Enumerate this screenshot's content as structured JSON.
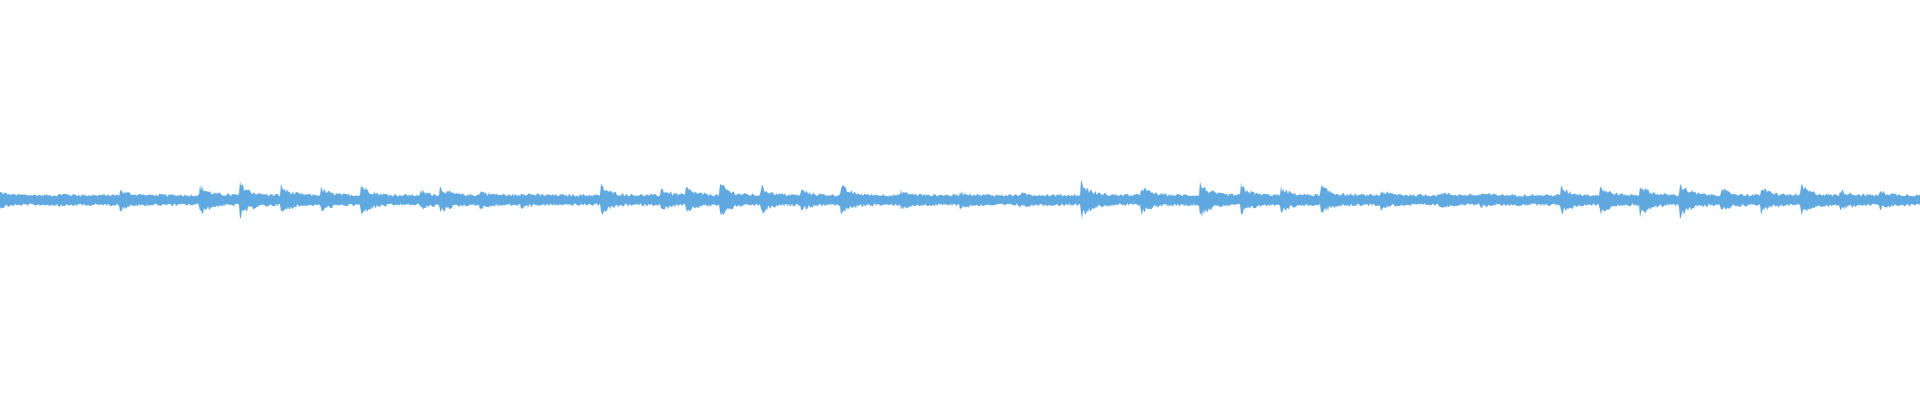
{
  "waveform": {
    "color": "#5fa8e0",
    "background": "#ffffff",
    "note_onsets": [
      {
        "t": 0.0,
        "a": 0.34
      },
      {
        "t": 0.031,
        "a": 0.28
      },
      {
        "t": 0.062,
        "a": 0.46
      },
      {
        "t": 0.104,
        "a": 0.62
      },
      {
        "t": 0.125,
        "a": 0.74
      },
      {
        "t": 0.146,
        "a": 0.62
      },
      {
        "t": 0.167,
        "a": 0.5
      },
      {
        "t": 0.188,
        "a": 0.68
      },
      {
        "t": 0.219,
        "a": 0.4
      },
      {
        "t": 0.229,
        "a": 0.56
      },
      {
        "t": 0.25,
        "a": 0.4
      },
      {
        "t": 0.271,
        "a": 0.34
      },
      {
        "t": 0.313,
        "a": 0.62
      },
      {
        "t": 0.344,
        "a": 0.5
      },
      {
        "t": 0.357,
        "a": 0.56
      },
      {
        "t": 0.375,
        "a": 0.72
      },
      {
        "t": 0.396,
        "a": 0.62
      },
      {
        "t": 0.417,
        "a": 0.46
      },
      {
        "t": 0.438,
        "a": 0.62
      },
      {
        "t": 0.469,
        "a": 0.4
      },
      {
        "t": 0.5,
        "a": 0.36
      },
      {
        "t": 0.531,
        "a": 0.3
      },
      {
        "t": 0.563,
        "a": 0.76
      },
      {
        "t": 0.594,
        "a": 0.62
      },
      {
        "t": 0.625,
        "a": 0.72
      },
      {
        "t": 0.646,
        "a": 0.66
      },
      {
        "t": 0.667,
        "a": 0.52
      },
      {
        "t": 0.688,
        "a": 0.62
      },
      {
        "t": 0.719,
        "a": 0.4
      },
      {
        "t": 0.75,
        "a": 0.34
      },
      {
        "t": 0.771,
        "a": 0.3
      },
      {
        "t": 0.813,
        "a": 0.56
      },
      {
        "t": 0.833,
        "a": 0.62
      },
      {
        "t": 0.854,
        "a": 0.68
      },
      {
        "t": 0.875,
        "a": 0.74
      },
      {
        "t": 0.896,
        "a": 0.5
      },
      {
        "t": 0.917,
        "a": 0.56
      },
      {
        "t": 0.938,
        "a": 0.66
      },
      {
        "t": 0.958,
        "a": 0.44
      },
      {
        "t": 0.979,
        "a": 0.4
      }
    ]
  }
}
